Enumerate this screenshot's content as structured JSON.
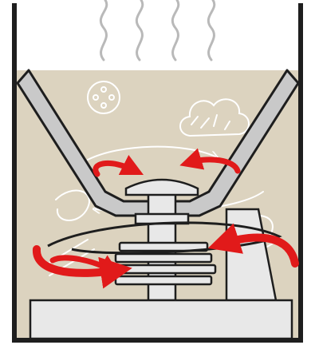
{
  "diagram": {
    "kind": "appliance-cross-section",
    "components": [
      "steam",
      "container",
      "liquid",
      "bowl",
      "spindle",
      "stacked-discs",
      "base",
      "motor-housing",
      "airflow-arrows"
    ],
    "airflow_arrow_count": 5,
    "colors": {
      "outline": "#1e1e1e",
      "liquid": "#dcd3bf",
      "bowl_fill": "#c9c9c9",
      "parts_fill": "#e8e8e8",
      "arrow_red": "#e11a1a",
      "sketch_white": "#ffffff",
      "steam_grey": "#b9b9b9"
    }
  }
}
